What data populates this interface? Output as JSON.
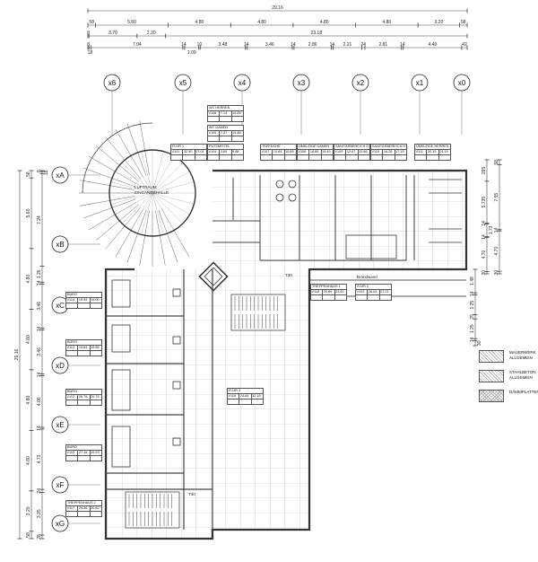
{
  "dimensions": {
    "top": [
      [
        "29.16"
      ],
      [
        "58",
        "5.60",
        "4.80",
        "4.80",
        "4.80",
        "4.80",
        "3.20",
        "58"
      ],
      [
        "8",
        "3.70",
        "2.20",
        "23.18"
      ],
      [
        "8",
        "18",
        "7.04",
        "14",
        "1.09",
        "10",
        "3.48",
        "14",
        "3.46",
        "14",
        "2.86",
        "14",
        "2.21",
        "24",
        "2.81",
        "14",
        "4.49",
        "42"
      ]
    ],
    "left": [
      [
        "29.16"
      ],
      [
        "58",
        "5.60",
        "4.80",
        "4.80",
        "4.80",
        "4.80",
        "3.20",
        "58"
      ],
      [
        "8",
        "18",
        "7.24",
        "1.26",
        "14",
        "3.46",
        "14",
        "3.46",
        "14",
        "4.06",
        "14",
        "4.73",
        "24",
        "3.35",
        "28"
      ]
    ],
    "right": [
      [
        "295",
        "5.735",
        "14",
        "1.73",
        "14",
        "4.70",
        "30"
      ],
      [
        "58",
        "7.55",
        "14",
        "4.70",
        "30"
      ],
      [
        "1.48",
        "14",
        "1.25",
        "25",
        "1.25",
        "14",
        "30"
      ]
    ]
  },
  "axes": {
    "vertical": [
      "x6",
      "x5",
      "x4",
      "x3",
      "x2",
      "x1",
      "x0"
    ],
    "horizontal": [
      "xA",
      "xB",
      "xC",
      "xD",
      "xE",
      "xF",
      "xG"
    ]
  },
  "rooms": [
    {
      "name": "WC HERREN",
      "id": "V106",
      "area": "7.14",
      "perimeter": "15.86"
    },
    {
      "name": "WC DAMEN",
      "id": "V105",
      "area": "7.37",
      "perimeter": "15.88"
    },
    {
      "name": "FLUR 1",
      "id": "V101",
      "area": "32.90",
      "perimeter": "47.01"
    },
    {
      "name": "PUTZMITTEL",
      "id": "V104",
      "area": "3.69",
      "perimeter": "9.88"
    },
    {
      "name": "TEEKÜCHE",
      "id": "V107",
      "area": "10.84",
      "perimeter": "16.89"
    },
    {
      "name": "UMKLEIDE DAMEN",
      "id": "V108",
      "area": "16.89",
      "perimeter": "19.49"
    },
    {
      "name": "SANITÄRBEREICH D",
      "id": "V109",
      "area": "12.67",
      "perimeter": "13.86"
    },
    {
      "name": "SANITÄRBEREICH H",
      "id": "V110",
      "area": "16.28",
      "perimeter": "17.15"
    },
    {
      "name": "UMKLEIDE HERREN",
      "id": "V111",
      "area": "30.15",
      "perimeter": "24.19"
    },
    {
      "name": "BÜRO",
      "id": "V114",
      "area": "19.94",
      "perimeter": "19.00"
    },
    {
      "name": "BÜRO",
      "id": "V113",
      "area": "19.84",
      "perimeter": "18.86"
    },
    {
      "name": "BÜRO",
      "id": "V112",
      "area": "26.75",
      "perimeter": "20.75"
    },
    {
      "name": "BÜRO",
      "id": "V115",
      "area": "27.15",
      "perimeter": "19.93"
    },
    {
      "name": "TREPPENHAUS 2",
      "id": "V117",
      "area": "20.36",
      "perimeter": "20.82"
    },
    {
      "name": "FLUR 3",
      "id": "V116",
      "area": "24.84",
      "perimeter": "32.18"
    },
    {
      "name": "TREPPENHAUS 1",
      "id": "V118",
      "area": "20.89",
      "perimeter": "23.62"
    },
    {
      "name": "FLUR 2",
      "id": "V102",
      "area": "26.04",
      "perimeter": "27.21"
    }
  ],
  "labels": {
    "luftraum_1": "LUFTRAUM",
    "luftraum_2": "EINGANGSHALLE",
    "brandwand": "Brandwand",
    "door_t30": "T30"
  },
  "legend": [
    {
      "line1": "MAUERWERK",
      "line2": "ALLGEMEIN",
      "pattern": "hatch"
    },
    {
      "line1": "STAHLBETON",
      "line2": "ALLGEMEIN",
      "pattern": "hatch"
    },
    {
      "line1": "DÄMMPLATTEN",
      "line2": "",
      "pattern": "cross"
    }
  ]
}
